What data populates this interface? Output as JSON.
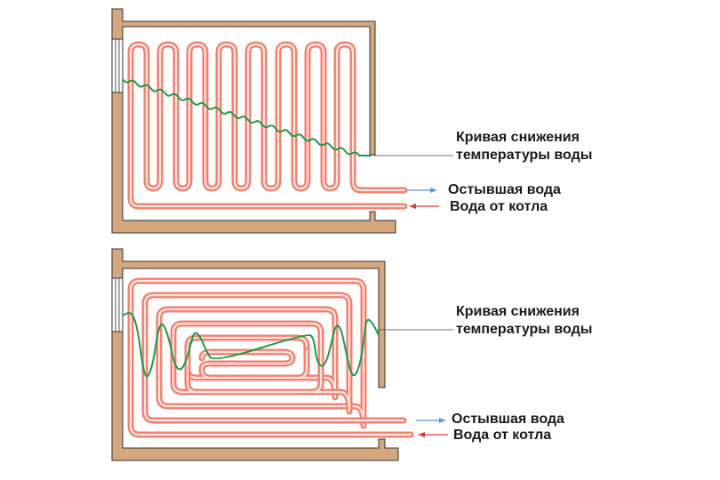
{
  "diagrams": [
    {
      "id": "serpentine",
      "curve_label_line1": "Кривая снижения",
      "curve_label_line2": "температуры воды",
      "outlet_label": "Остывшая вода",
      "inlet_label": "Вода от котла"
    },
    {
      "id": "spiral",
      "curve_label_line1": "Кривая снижения",
      "curve_label_line2": "температуры воды",
      "outlet_label": "Остывшая вода",
      "inlet_label": "Вода от котла"
    }
  ],
  "colors": {
    "wall": "#d4a77e",
    "wall_outline": "#333333",
    "pipe": "#f08070",
    "pipe_core": "#fde6e0",
    "curve": "#1f9a4a",
    "outlet_arrow": "#5b9bd5",
    "inlet_arrow": "#d93a3a"
  }
}
